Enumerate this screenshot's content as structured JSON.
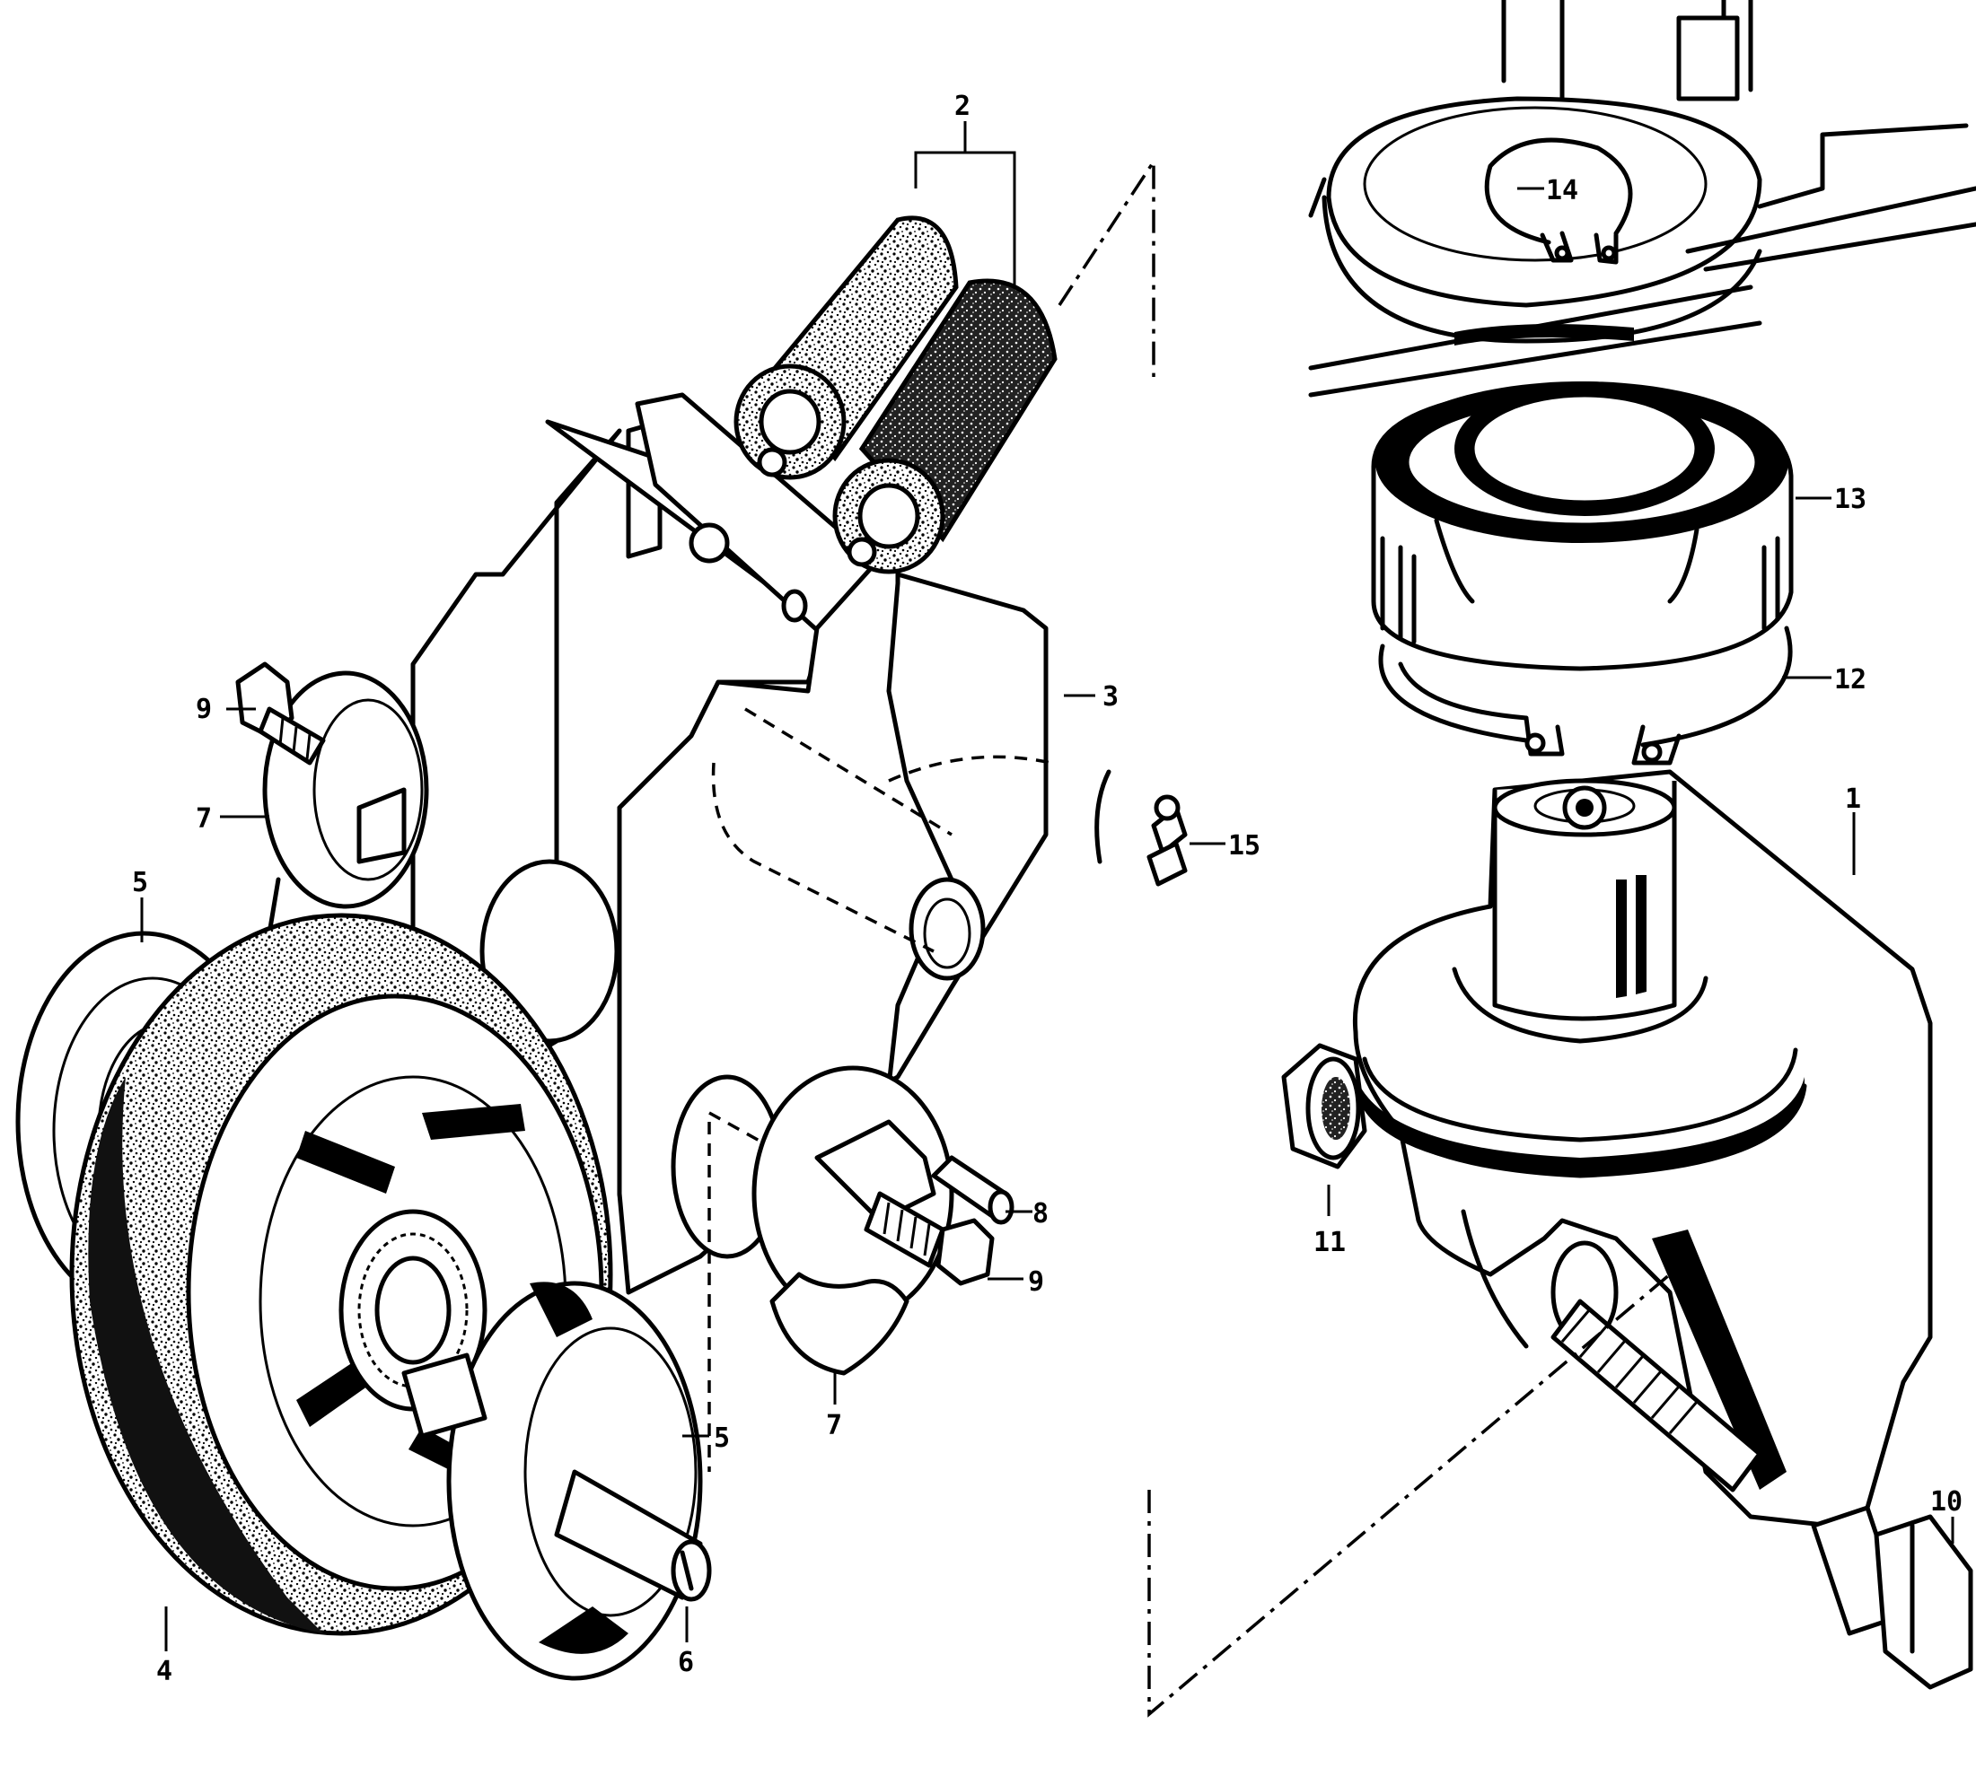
{
  "callouts": [
    {
      "id": "c2",
      "text": "2"
    },
    {
      "id": "c3",
      "text": "3"
    },
    {
      "id": "c9a",
      "text": "9"
    },
    {
      "id": "c7a",
      "text": "7"
    },
    {
      "id": "c5a",
      "text": "5"
    },
    {
      "id": "c15",
      "text": "15"
    },
    {
      "id": "c8",
      "text": "8"
    },
    {
      "id": "c9b",
      "text": "9"
    },
    {
      "id": "c7b",
      "text": "7"
    },
    {
      "id": "c5b",
      "text": "5"
    },
    {
      "id": "c4",
      "text": "4"
    },
    {
      "id": "c6",
      "text": "6"
    },
    {
      "id": "c14",
      "text": "14"
    },
    {
      "id": "c13",
      "text": "13"
    },
    {
      "id": "c12",
      "text": "12"
    },
    {
      "id": "c1",
      "text": "1"
    },
    {
      "id": "c11",
      "text": "11"
    },
    {
      "id": "c10",
      "text": "10"
    }
  ]
}
